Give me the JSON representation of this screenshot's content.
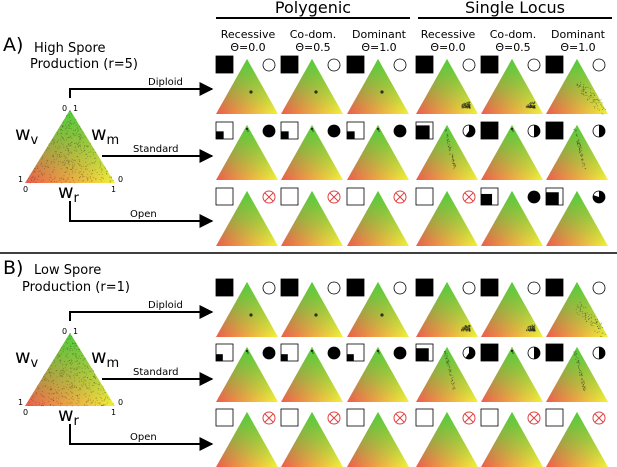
{
  "groups": {
    "polygenic": "Polygenic",
    "single_locus": "Single Locus"
  },
  "columns": [
    {
      "dominance": "Recessive",
      "theta": "Θ=0.0"
    },
    {
      "dominance": "Co-dom.",
      "theta": "Θ=0.5"
    },
    {
      "dominance": "Dominant",
      "theta": "Θ=1.0"
    },
    {
      "dominance": "Recessive",
      "theta": "Θ=0.0"
    },
    {
      "dominance": "Co-dom.",
      "theta": "Θ=0.5"
    },
    {
      "dominance": "Dominant",
      "theta": "Θ=1.0"
    }
  ],
  "panels": [
    {
      "letter": "A)",
      "title_line1": "High Spore",
      "title_line2": "Production (r=5)"
    },
    {
      "letter": "B)",
      "title_line1": "Low Spore",
      "title_line2": "Production (r=1)"
    }
  ],
  "rows": [
    "Diploid",
    "Standard",
    "Open"
  ],
  "simplex": {
    "wv": "w",
    "wv_sub": "v",
    "wm": "w",
    "wm_sub": "m",
    "wr": "w",
    "wr_sub": "r",
    "tick_zero": "0",
    "tick_one": "1"
  },
  "colors": {
    "apex_green": "#4ecf3c",
    "left_red": "#f05a4e",
    "right_yellow": "#f2f23a",
    "scatter": "#2d2d1a",
    "open_marker": "#e04040"
  },
  "cell_states": [
    [
      {
        "square": 1.0,
        "circle": 0.0,
        "dots": "point"
      },
      {
        "square": 1.0,
        "circle": 0.0,
        "dots": "point"
      },
      {
        "square": 1.0,
        "circle": 0.0,
        "dots": "point"
      },
      {
        "square": 1.0,
        "circle": 0.0,
        "dots": "corner"
      },
      {
        "square": 1.0,
        "circle": 0.0,
        "dots": "corner"
      },
      {
        "square": 1.0,
        "circle": 0.0,
        "dots": "cloud"
      }
    ],
    [
      {
        "square": 0.45,
        "circle": 1.0,
        "dots": "apex"
      },
      {
        "square": 0.45,
        "circle": 1.0,
        "dots": "apex"
      },
      {
        "square": 0.45,
        "circle": 1.0,
        "dots": "apex"
      },
      {
        "square": 0.8,
        "circle": 0.6,
        "dots": "band"
      },
      {
        "square": 1.0,
        "circle": 0.5,
        "dots": "apex"
      },
      {
        "square": 1.0,
        "circle": 0.5,
        "dots": "band"
      }
    ],
    [
      {
        "square": 0.0,
        "circle": -1,
        "dots": "none"
      },
      {
        "square": 0.0,
        "circle": -1,
        "dots": "none"
      },
      {
        "square": 0.0,
        "circle": -1,
        "dots": "none"
      },
      {
        "square": 0.0,
        "circle": -1,
        "dots": "none"
      },
      {
        "square": 0.65,
        "circle": 1.0,
        "dots": "none"
      },
      {
        "square": 0.75,
        "circle": 0.8,
        "dots": "none"
      }
    ],
    [
      {
        "square": 1.0,
        "circle": 0.0,
        "dots": "point"
      },
      {
        "square": 1.0,
        "circle": 0.0,
        "dots": "point"
      },
      {
        "square": 1.0,
        "circle": 0.0,
        "dots": "point"
      },
      {
        "square": 1.0,
        "circle": 0.0,
        "dots": "corner"
      },
      {
        "square": 1.0,
        "circle": 0.0,
        "dots": "corner"
      },
      {
        "square": 1.0,
        "circle": 0.0,
        "dots": "cloud"
      }
    ],
    [
      {
        "square": 0.4,
        "circle": 1.0,
        "dots": "apex"
      },
      {
        "square": 0.4,
        "circle": 1.0,
        "dots": "apex"
      },
      {
        "square": 0.4,
        "circle": 1.0,
        "dots": "apex"
      },
      {
        "square": 0.75,
        "circle": 0.6,
        "dots": "band"
      },
      {
        "square": 1.0,
        "circle": 0.5,
        "dots": "apex"
      },
      {
        "square": 1.0,
        "circle": 0.5,
        "dots": "band"
      }
    ],
    [
      {
        "square": 0.0,
        "circle": -1,
        "dots": "none"
      },
      {
        "square": 0.0,
        "circle": -1,
        "dots": "none"
      },
      {
        "square": 0.0,
        "circle": -1,
        "dots": "none"
      },
      {
        "square": 0.0,
        "circle": -1,
        "dots": "none"
      },
      {
        "square": 0.0,
        "circle": -1,
        "dots": "none"
      },
      {
        "square": 0.0,
        "circle": -1,
        "dots": "none"
      }
    ]
  ]
}
